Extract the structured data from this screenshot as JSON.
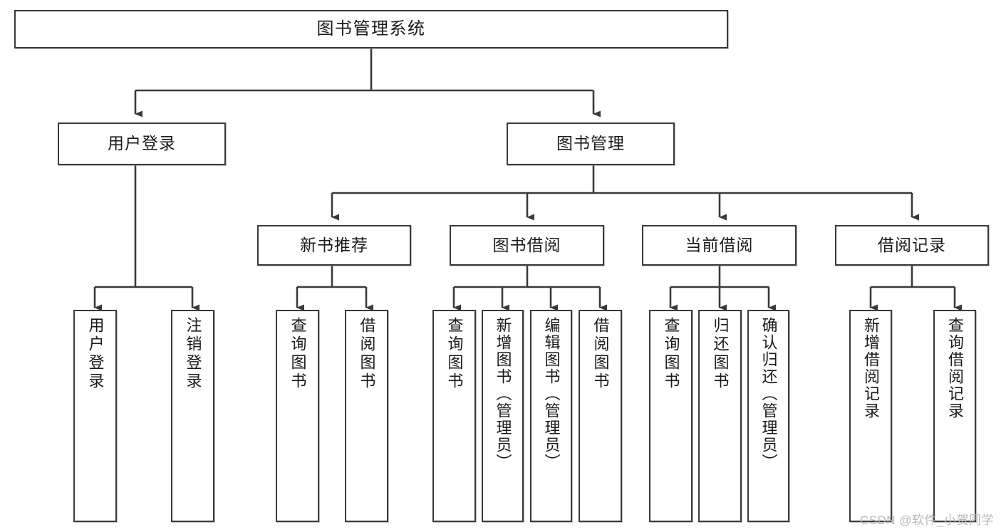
{
  "diagram": {
    "title": "图书管理系统",
    "type": "tree-hierarchy",
    "watermark": "CSDN @软件_小贺同学",
    "colors": {
      "box_border": "#3a3a3a",
      "box_fill": "#ffffff",
      "edge": "#3a3a3a",
      "text": "#1a1a1a",
      "watermark": "#b8b8b8",
      "background": "#ffffff"
    },
    "nodes": {
      "root": {
        "label": "图书管理系统"
      },
      "level2": [
        {
          "id": "user-login",
          "label": "用户登录"
        },
        {
          "id": "book-manage",
          "label": "图书管理"
        }
      ],
      "level3": [
        {
          "id": "new-book-recommend",
          "label": "新书推荐"
        },
        {
          "id": "book-borrow",
          "label": "图书借阅"
        },
        {
          "id": "current-borrow",
          "label": "当前借阅"
        },
        {
          "id": "borrow-record",
          "label": "借阅记录"
        }
      ],
      "leaves": {
        "user_login": [
          {
            "id": "leaf-user-login",
            "label": "用户登录"
          },
          {
            "id": "leaf-logout-login",
            "label": "注销登录"
          }
        ],
        "new_book_recommend": [
          {
            "id": "leaf-query-book-1",
            "label": "查询图书"
          },
          {
            "id": "leaf-borrow-book-1",
            "label": "借阅图书"
          }
        ],
        "book_borrow": [
          {
            "id": "leaf-query-book-2",
            "label": "查询图书"
          },
          {
            "id": "leaf-add-book",
            "label": "新增图书（管理员）"
          },
          {
            "id": "leaf-edit-book",
            "label": "编辑图书（管理员）"
          },
          {
            "id": "leaf-borrow-book-2",
            "label": "借阅图书"
          }
        ],
        "current_borrow": [
          {
            "id": "leaf-query-book-3",
            "label": "查询图书"
          },
          {
            "id": "leaf-return-book",
            "label": "归还图书"
          },
          {
            "id": "leaf-confirm-return",
            "label": "确认归还（管理员）"
          }
        ],
        "borrow_record": [
          {
            "id": "leaf-add-record",
            "label": "新增借阅记录"
          },
          {
            "id": "leaf-query-record",
            "label": "查询借阅记录"
          }
        ]
      }
    }
  }
}
